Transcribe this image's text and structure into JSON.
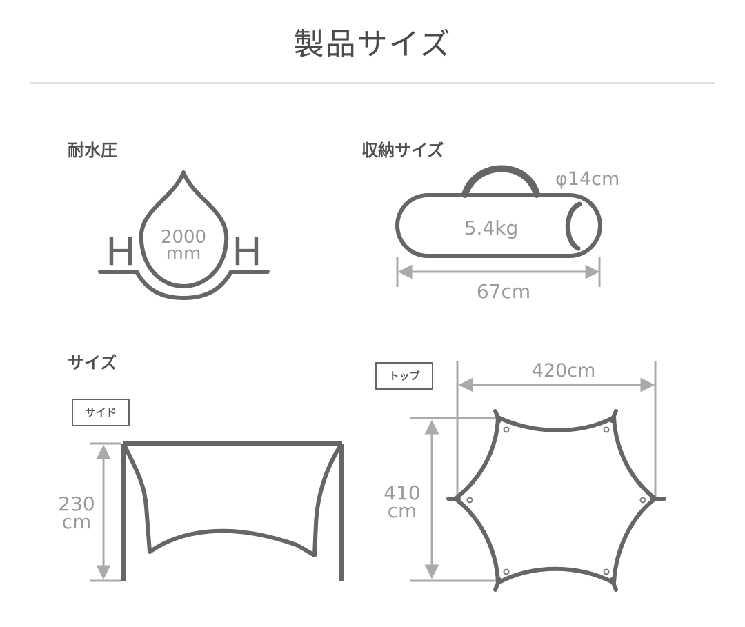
{
  "page": {
    "title": "製品サイズ"
  },
  "water_pressure": {
    "label": "耐水圧",
    "value_line1": "2000",
    "value_line2": "mm",
    "h_left": "H",
    "h_right": "H"
  },
  "storage": {
    "label": "収納サイズ",
    "diameter": "φ14cm",
    "weight": "5.4kg",
    "length": "67cm"
  },
  "size": {
    "label": "サイズ",
    "side": {
      "tag": "サイド",
      "height_line1": "230",
      "height_line2": "cm"
    },
    "top": {
      "tag": "トップ",
      "width": "420cm",
      "depth_line1": "410",
      "depth_line2": "cm"
    }
  },
  "colors": {
    "stroke_dark": "#666666",
    "stroke_light": "#aaaaaa",
    "text_light": "#999999",
    "text_dark": "#4a4a4a"
  }
}
